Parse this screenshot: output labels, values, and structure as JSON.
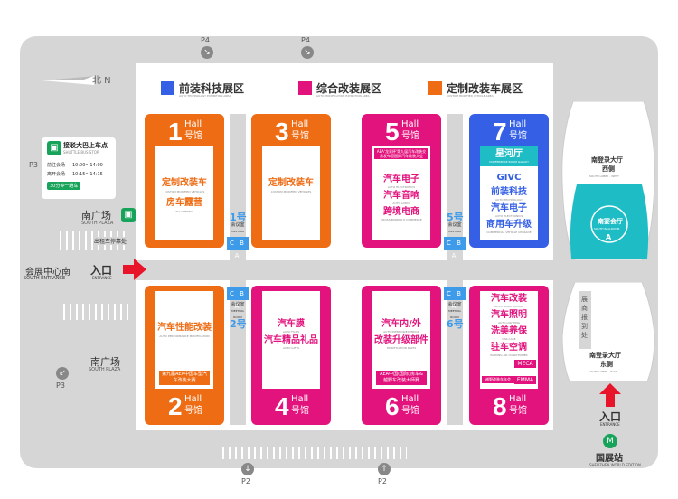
{
  "colors": {
    "orange": "#ee6c14",
    "pink": "#e3137d",
    "blue": "#3560e6",
    "cyan": "#1ebdc6",
    "gray": "#d6d6d6"
  },
  "legend": [
    {
      "label": "前装科技展区",
      "sub": "AUTO TECHNOLOGY EXHIBITION AREA",
      "color": "#3560e6"
    },
    {
      "label": "综合改装展区",
      "sub": "AUTO MODIFICATION EXHIBITION AREA",
      "color": "#e3137d"
    },
    {
      "label": "定制改装车展区",
      "sub": "CUSTOM MODIFIED VEHICLE AREA",
      "color": "#ee6c14"
    }
  ],
  "compass": {
    "label": "北 N"
  },
  "parking": {
    "p4a": "P4",
    "p4b": "P4",
    "p3a": "P3",
    "p3b": "P3",
    "p2a": "P2",
    "p2b": "P2"
  },
  "bus": {
    "title": "接驳大巴上车点",
    "sub": "SHUTTLE BUS STOP",
    "row1_label": "前往会场",
    "row1_time": "10:00～14:00",
    "row2_label": "离开会场",
    "row2_time": "10:15～14:15",
    "badge": "30分钟一趟车"
  },
  "areas": {
    "south_plaza_top": "南广场",
    "south_plaza_top_en": "SOUTH PLAZA",
    "south_plaza_bot": "南广场",
    "south_plaza_bot_en": "SOUTH PLAZA",
    "taxi": "出租车停靠处",
    "entrance_cn": "会展中心南",
    "entrance_en": "SOUTH ENTRANCE",
    "entry_word": "入口",
    "entry_word_en": "ENTRANCE"
  },
  "halls": [
    {
      "num": "1",
      "hall": "Hall",
      "hao": "号馆",
      "lines": [
        "定制改装车",
        "房车露营"
      ],
      "subs": [
        "CUSTOM MODIFIED VEHICLES",
        "RV CAMPING"
      ]
    },
    {
      "num": "3",
      "hall": "Hall",
      "hao": "号馆",
      "lines": [
        "定制改装车"
      ],
      "subs": [
        "CUSTOM MODIFIED VEHICLES"
      ]
    },
    {
      "num": "5",
      "hall": "Hall",
      "hao": "号馆",
      "tag": "AEA'龙采杯'第九届汽车改装交易发布暨国际汽车改装大会",
      "lines": [
        "汽车电子",
        "汽车音响",
        "跨境电商"
      ],
      "subs": [
        "AUTO ELECTRONICS",
        "AUTO AUDIO",
        "CROSS-BORDER E-COMMERCE"
      ]
    },
    {
      "num": "7",
      "hall": "Hall",
      "hao": "号馆",
      "title": "星河厅",
      "title_en": "CONFERENCE ROOM GALAXY",
      "lines": [
        "GIVC",
        "前装科技",
        "汽车电子",
        "商用车升级"
      ],
      "subs": [
        "",
        "AUTO TECHNOLOGY",
        "AUTO ELECTRONICS",
        "COMMERCIAL VEHICLE UPGRADE"
      ]
    },
    {
      "num": "2",
      "hall": "Hall",
      "hao": "号馆",
      "lines": [
        "汽车性能改装"
      ],
      "subs": [
        "AUTO PERFORMANCE MODIFICATION"
      ],
      "tag": "第九届AEA中国车型汽车改装大赛"
    },
    {
      "num": "4",
      "hall": "Hall",
      "hao": "号馆",
      "lines": [
        "汽车膜",
        "汽车精品礼品"
      ],
      "subs": [
        "AUTO FILMS",
        "AUTO GIFTS"
      ]
    },
    {
      "num": "6",
      "hall": "Hall",
      "hao": "号馆",
      "lines": [
        "汽车内/外",
        "改装升级部件"
      ],
      "subs": [
        "AUTO INTERIOR/EXTERIOR",
        "MODIFICATION PARTS"
      ],
      "tag": "AEA中国(国际)房车&越野车改装大师赛"
    },
    {
      "num": "8",
      "hall": "Hall",
      "hao": "号馆",
      "lines": [
        "汽车改装",
        "汽车照明",
        "洗美养保",
        "驻车空调"
      ],
      "subs": [
        "AUTO MODIFICATION",
        "AUTO LIGHTING",
        "CAR CARE",
        "PARKING AIR CONDITIONER"
      ],
      "meca": "MECA",
      "emma": "EMMA",
      "tag": "越野改装车年会"
    }
  ],
  "meeting_rooms": [
    {
      "num": "1号",
      "label": "会议室",
      "en": "MEETING ROOM"
    },
    {
      "num": "5号",
      "label": "会议室",
      "en": "MEETING ROOM"
    },
    {
      "num": "2号",
      "label": "会议室",
      "en": "MEETING ROOM"
    },
    {
      "num": "6号",
      "label": "会议室",
      "en": "MEETING ROOM"
    }
  ],
  "cba": "C B A",
  "south_lobby_west": {
    "cn": "南登录大厅",
    "cn2": "西侧",
    "en": "SOUTH LOBBY - WEST"
  },
  "south_ballroom": {
    "cn": "南宴会厅",
    "en": "SOUTH BALLROOM",
    "letter": "A"
  },
  "reg": {
    "text": "展商报到处"
  },
  "south_lobby_east": {
    "cn": "南登录大厅",
    "cn2": "东侧",
    "en": "SOUTH LOBBY - EAST"
  },
  "east_entry": {
    "cn": "入口",
    "en": "ENTRANCE"
  },
  "metro": {
    "cn": "国展站",
    "en": "SHENZHEN WORLD STATION"
  }
}
